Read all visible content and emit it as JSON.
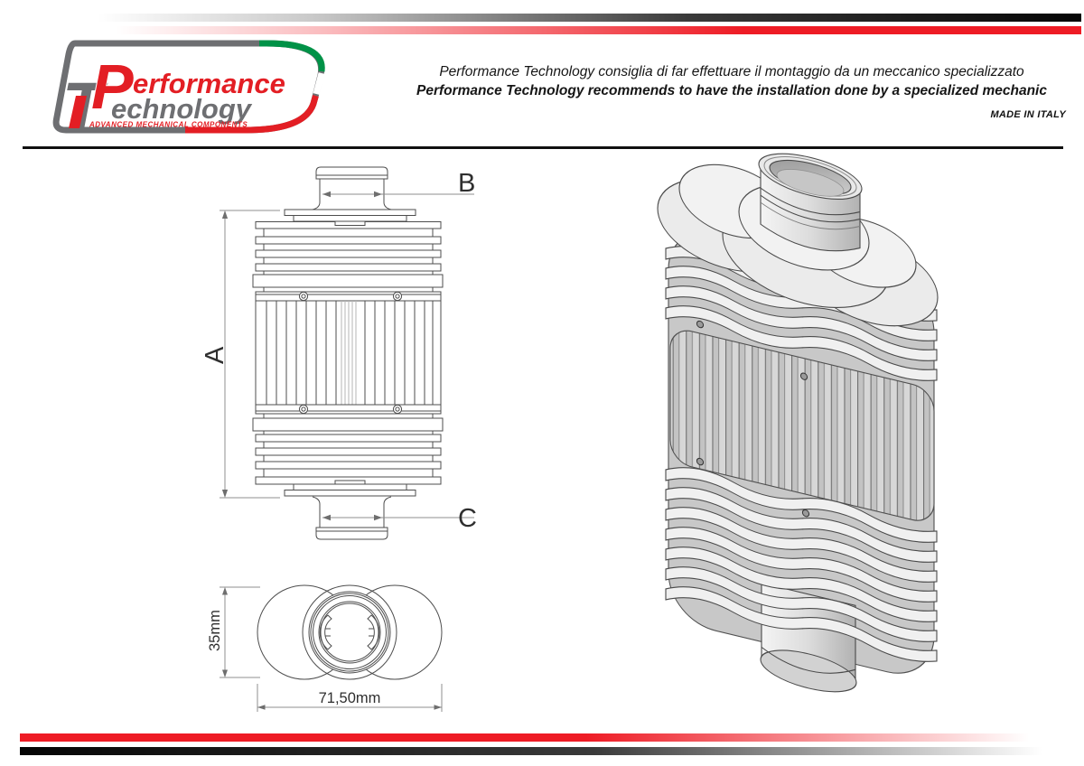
{
  "branding": {
    "logo": {
      "monogram_p": "P",
      "monogram_t": "T",
      "word_performance": "erformance",
      "word_technology": "echnology",
      "tagline": "ADVANCED MECHANICAL COMPONENTS",
      "colors": {
        "red": "#e31e24",
        "gray": "#6e6f72",
        "green": "#009247"
      }
    }
  },
  "header": {
    "notice_it": "Performance Technology consiglia di far effettuare il montaggio da un meccanico specializzato",
    "notice_en": "Performance Technology recommends to have the installation done by a specialized mechanic",
    "made_in": "MADE IN ITALY"
  },
  "drawing": {
    "front_view": {
      "label_a": "A",
      "label_b": "B",
      "label_c": "C"
    },
    "top_view": {
      "height": "35mm",
      "width": "71,50mm"
    }
  },
  "colors": {
    "accent_red": "#ee1c25",
    "line_dark": "#4d4d4d",
    "line_dim": "#8f8f8f",
    "shade_light": "#f0f0f0",
    "shade_mid": "#d7d7d7",
    "shade_dark": "#c3c3c3"
  }
}
